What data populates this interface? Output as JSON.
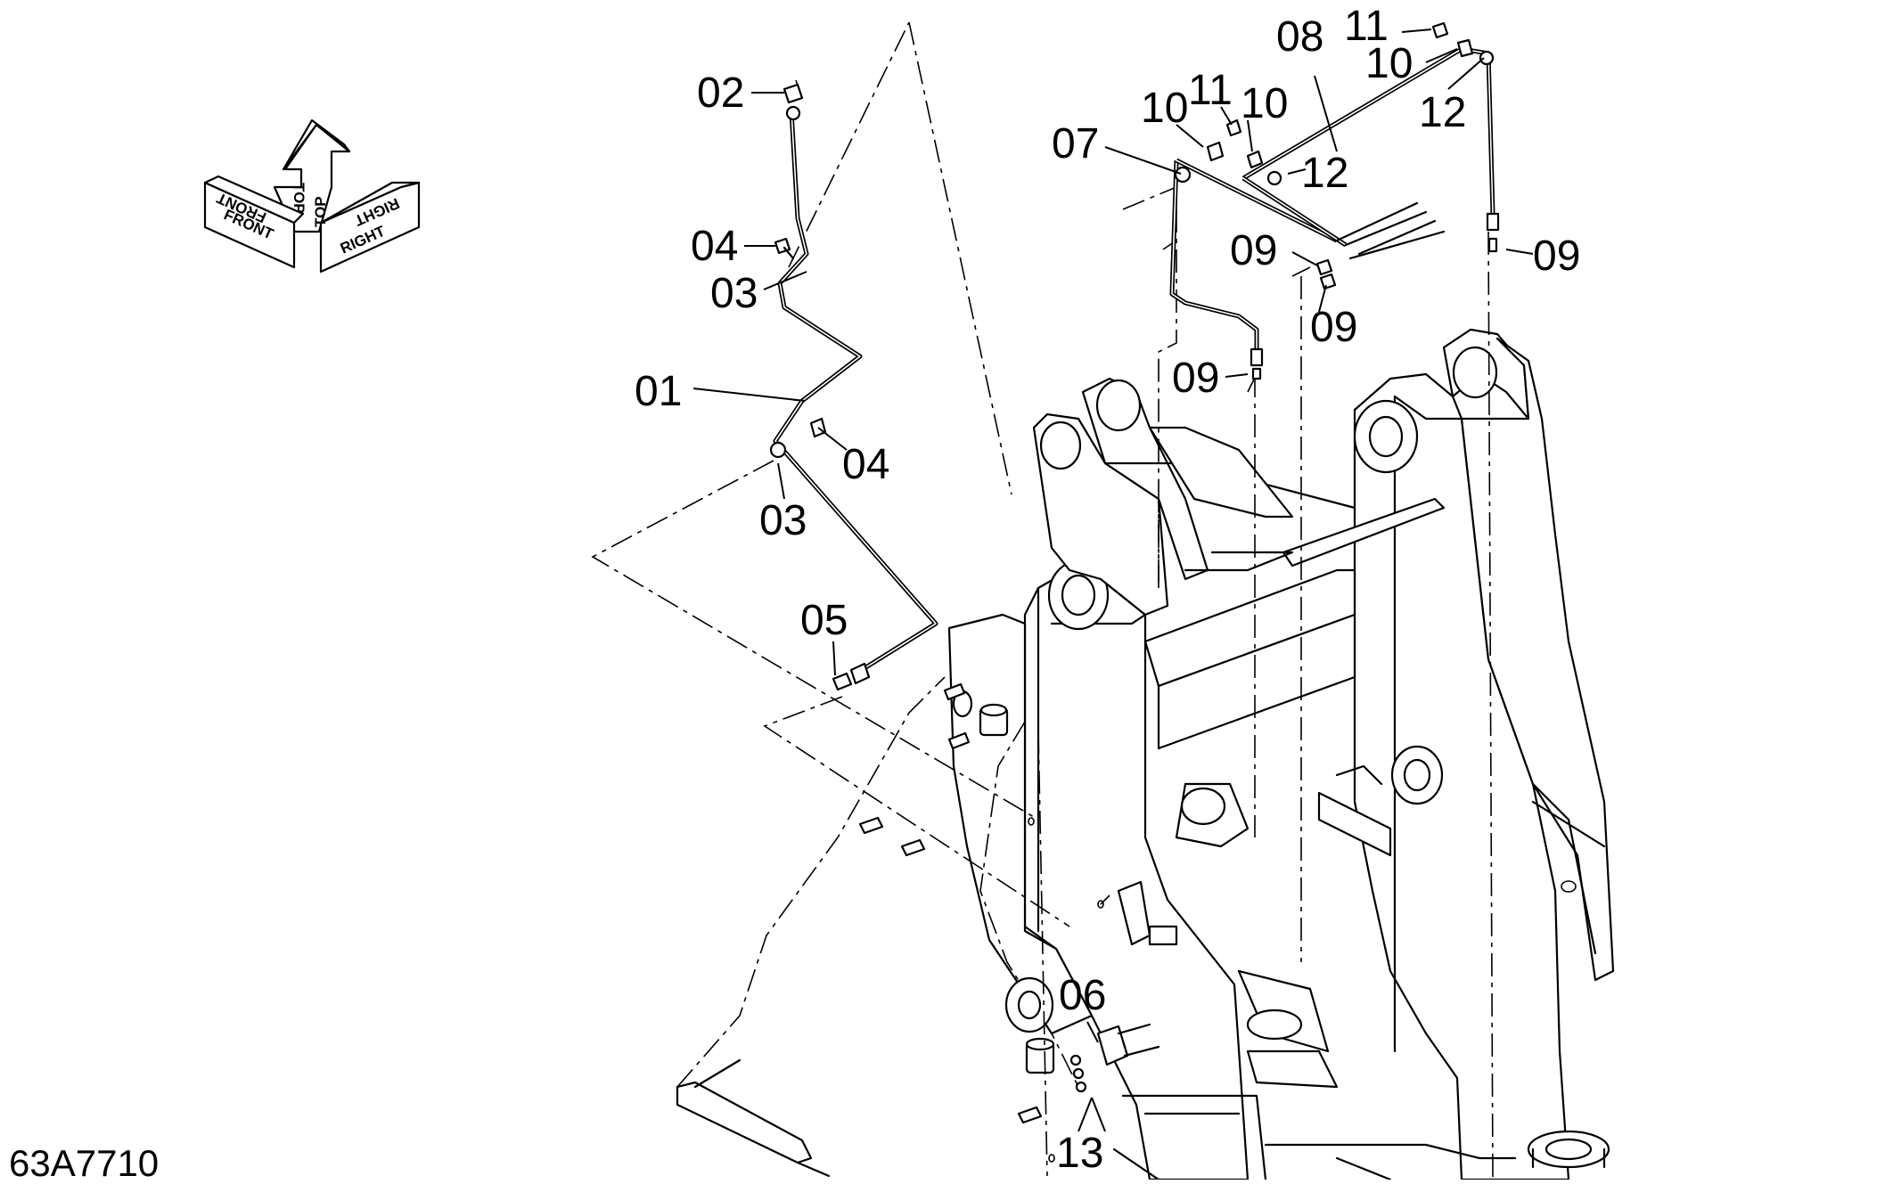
{
  "drawing_number": "63A7710",
  "orientation": {
    "front": "FRONT",
    "top": "TOP",
    "right": "RIGHT"
  },
  "callouts": [
    "01",
    "02",
    "03",
    "03",
    "04",
    "04",
    "05",
    "06",
    "07",
    "08",
    "09",
    "09",
    "09",
    "09",
    "10",
    "10",
    "10",
    "11",
    "11",
    "12",
    "12",
    "13"
  ]
}
